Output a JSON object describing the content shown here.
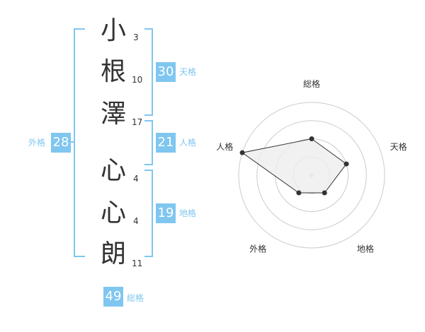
{
  "name_chars": [
    {
      "char": "小",
      "strokes": "3"
    },
    {
      "char": "根",
      "strokes": "10"
    },
    {
      "char": "澤",
      "strokes": "17"
    },
    {
      "char": "心",
      "strokes": "4"
    },
    {
      "char": "心",
      "strokes": "4"
    },
    {
      "char": "朗",
      "strokes": "11"
    }
  ],
  "kaku": {
    "tenkaku": {
      "value": "30",
      "label": "天格"
    },
    "jinkaku": {
      "value": "21",
      "label": "人格"
    },
    "chikaku": {
      "value": "19",
      "label": "地格"
    },
    "gaikaku": {
      "value": "28",
      "label": "外格"
    },
    "soukaku": {
      "value": "49",
      "label": "総格"
    }
  },
  "chart_data": {
    "type": "radar",
    "axes": [
      "総格",
      "天格",
      "地格",
      "外格",
      "人格"
    ],
    "values": [
      0.5,
      0.5,
      0.3,
      0.3,
      1.0
    ],
    "rings": 4,
    "colors": {
      "fill": "#eeeeee",
      "line": "#333333",
      "ring": "#cccccc",
      "center": "#cccccc"
    }
  },
  "colors": {
    "accent": "#7fc6f0"
  }
}
